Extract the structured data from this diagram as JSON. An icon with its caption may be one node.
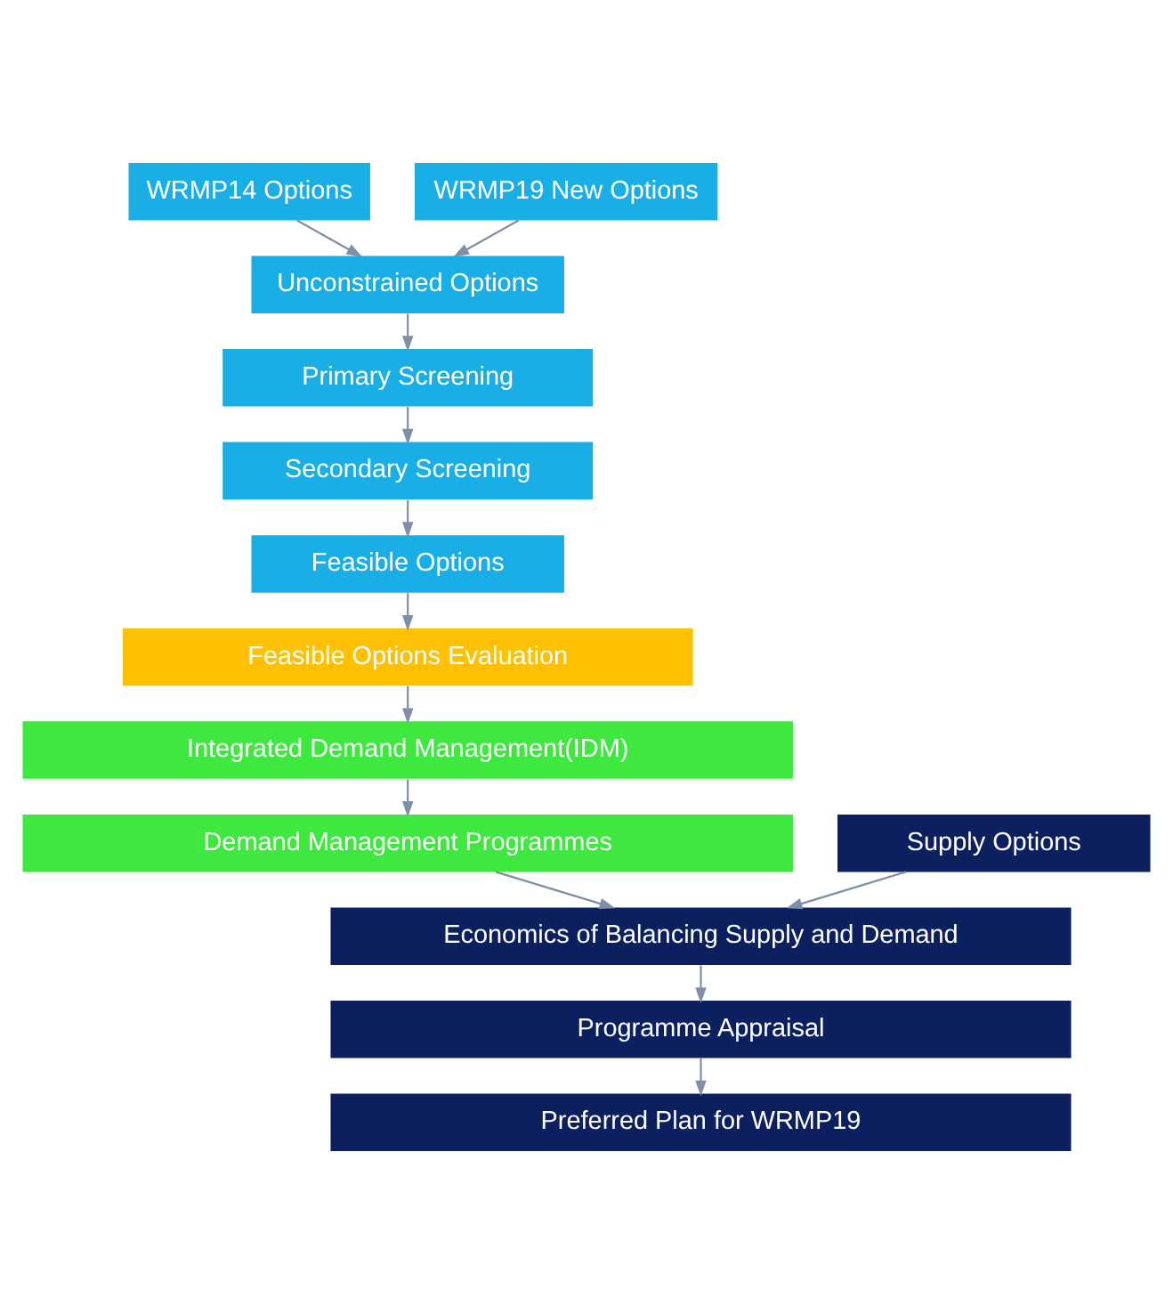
{
  "diagram": {
    "nodes": [
      {
        "text": [
          "WRMP14 Options"
        ]
      },
      {
        "text": [
          "WRMP19 New Options"
        ]
      },
      {
        "text": [
          "Unconstrained Options"
        ]
      },
      {
        "text": [
          "Primary Screening"
        ]
      },
      {
        "text": [
          "Secondary Screening"
        ]
      },
      {
        "text": [
          "Feasible Options"
        ]
      },
      {
        "text": [
          "Feasible Options Evaluation"
        ]
      },
      {
        "text": [
          "Integrated Demand Management(IDM)"
        ]
      },
      {
        "text": [
          "Demand Management Programmes"
        ]
      },
      {
        "text": [
          "Supply Options"
        ]
      },
      {
        "text": [
          "Economics of Balancing Supply and Demand"
        ]
      },
      {
        "text": [
          "Programme Appraisal"
        ]
      },
      {
        "text": [
          "Preferred Plan for WRMP19"
        ]
      }
    ],
    "edges": [
      {
        "from": 0,
        "to": 2,
        "arrow": "to"
      },
      {
        "from": 1,
        "to": 2,
        "arrow": "to"
      },
      {
        "from": 2,
        "to": 3,
        "arrow": "to"
      },
      {
        "from": 3,
        "to": 4,
        "arrow": "to"
      },
      {
        "from": 4,
        "to": 5,
        "arrow": "to"
      },
      {
        "from": 5,
        "to": 6,
        "arrow": "to"
      },
      {
        "from": 6,
        "to": 7,
        "arrow": "to"
      },
      {
        "from": 7,
        "to": 8,
        "arrow": "to"
      },
      {
        "from": 9,
        "to": 10,
        "arrow": "to"
      },
      {
        "from": 8,
        "to": 10,
        "arrow": "to"
      },
      {
        "from": 10,
        "to": 11,
        "arrow": "to"
      },
      {
        "from": 11,
        "to": 12,
        "arrow": "to"
      }
    ]
  }
}
